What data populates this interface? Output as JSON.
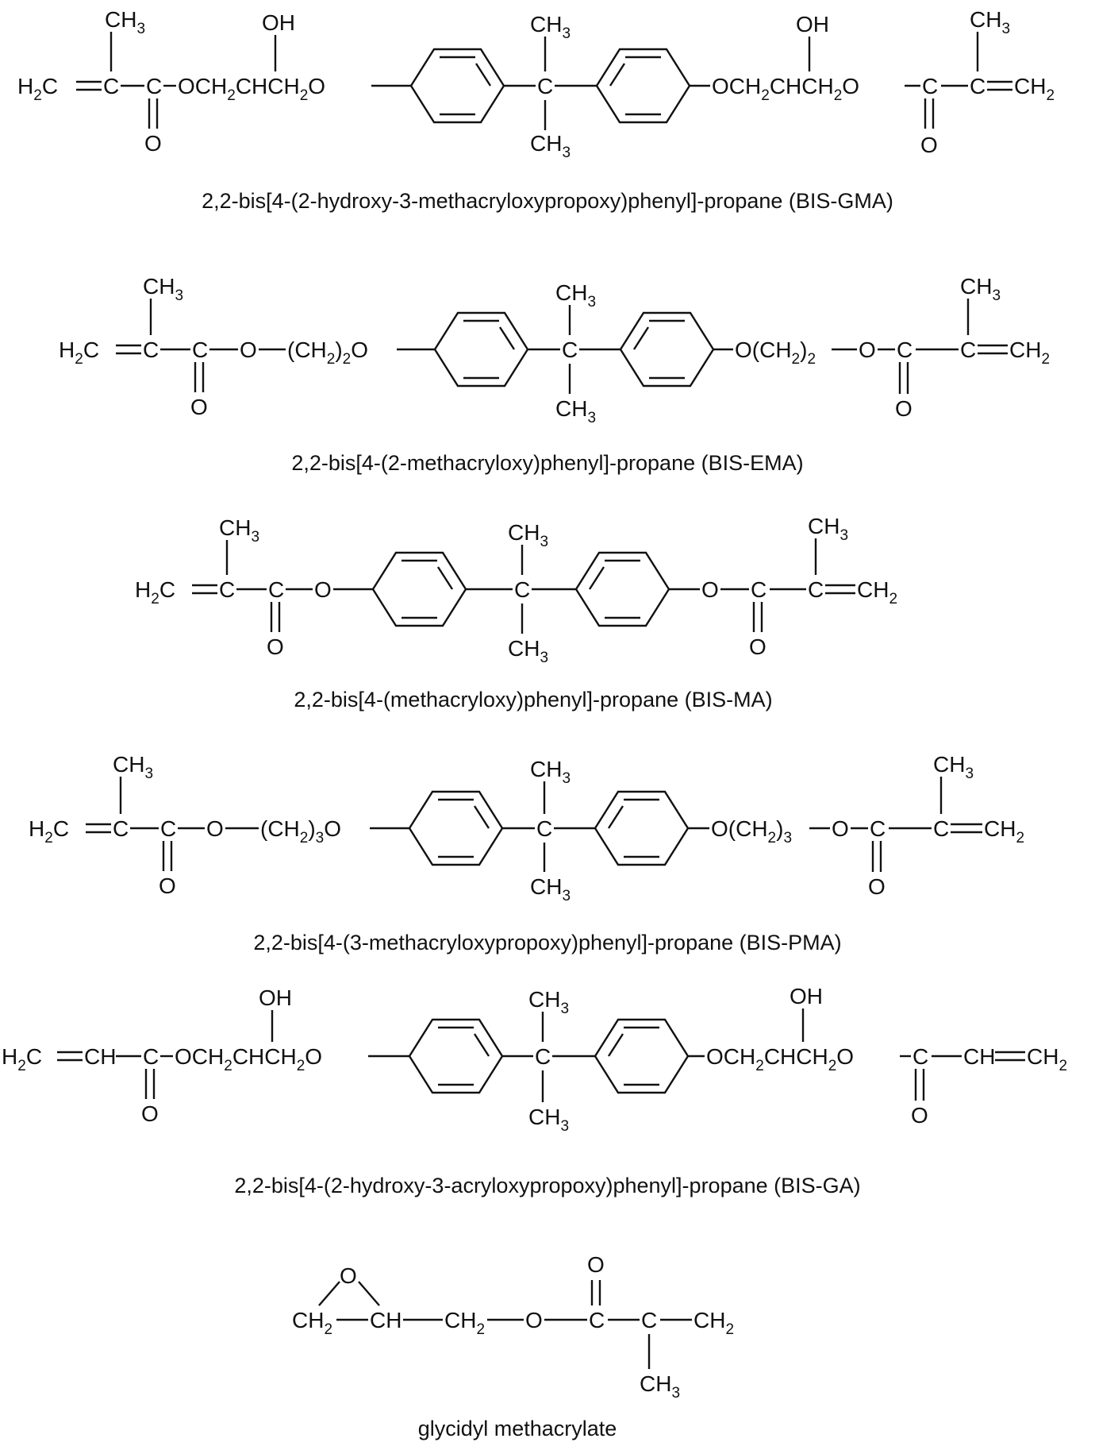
{
  "figure": {
    "captions": {
      "bis_gma": "2,2-bis[4-(2-hydroxy-3-methacryloxypropoxy)phenyl]-propane (BIS-GMA)",
      "bis_ema": "2,2-bis[4-(2-methacryloxy)phenyl]-propane (BIS-EMA)",
      "bis_ma": "2,2-bis[4-(methacryloxy)phenyl]-propane (BIS-MA)",
      "bis_pma": "2,2-bis[4-(3-methacryloxypropoxy)phenyl]-propane (BIS-PMA)",
      "bis_ga": "2,2-bis[4-(2-hydroxy-3-acryloxypropoxy)phenyl]-propane (BIS-GA)",
      "gma": "glycidyl methacrylate"
    },
    "atoms": {
      "H": "H",
      "H2": "2",
      "C": "C",
      "O": "O",
      "OH": "OH",
      "CH": "CH",
      "CH3": "CH",
      "sub2": "2",
      "sub3": "3",
      "OCH2CHCH2O_left": "OCH",
      "CHCH": "CHCH",
      "O_end": "O",
      "paren_open": "(CH",
      "paren_close": ")"
    }
  }
}
